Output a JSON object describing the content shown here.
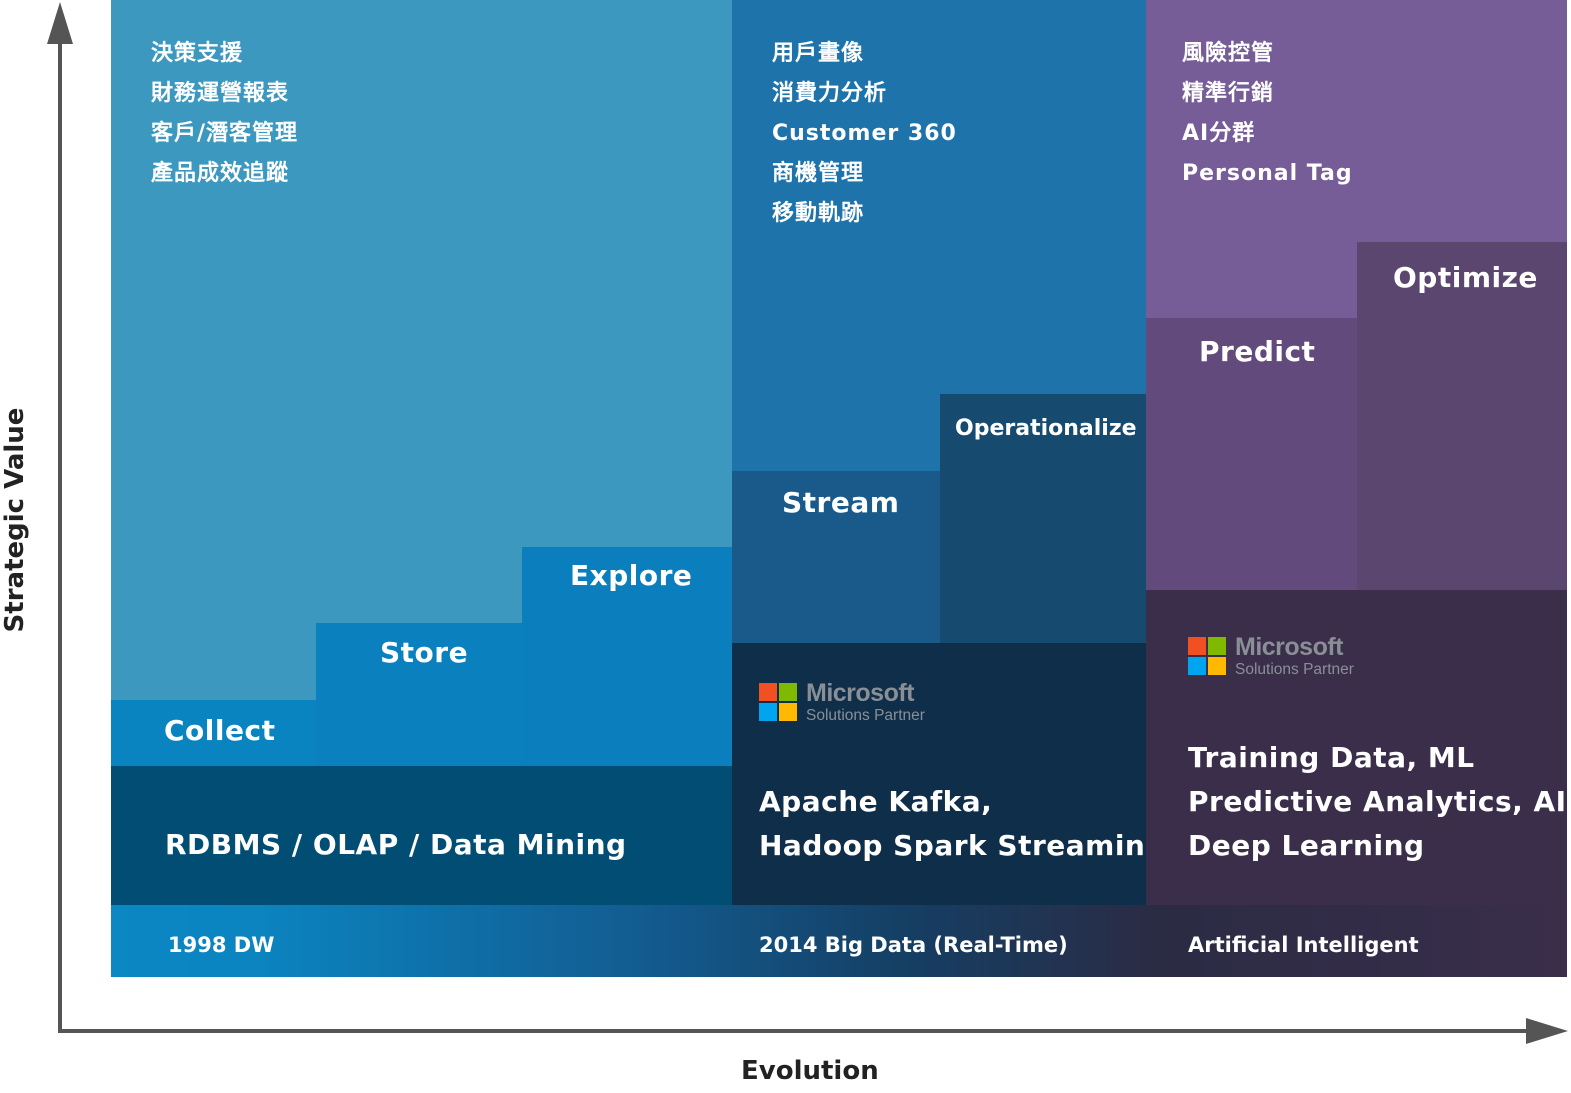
{
  "axes": {
    "y_label": "Strategic Value",
    "x_label": "Evolution"
  },
  "eras": [
    {
      "name": "1998 DW",
      "uses": [
        "決策支援",
        "財務運營報表",
        "客戶/潛客管理",
        "產品成效追蹤"
      ],
      "stages": [
        "Collect",
        "Store",
        "Explore"
      ],
      "tech_lines": [
        "RDBMS / OLAP / Data Mining"
      ],
      "partner_logo": null
    },
    {
      "name": "2014 Big Data (Real-Time)",
      "uses": [
        "用戶畫像",
        "消費力分析",
        "Customer 360",
        "商機管理",
        "移動軌跡"
      ],
      "stages": [
        "Stream",
        "Operationalize"
      ],
      "tech_lines": [
        "Apache Kafka,",
        "Hadoop Spark Streaming"
      ],
      "partner_logo": {
        "brand": "Microsoft",
        "subtitle": "Solutions Partner"
      }
    },
    {
      "name": "Artificial Intelligent",
      "uses": [
        "風險控管",
        "精準行銷",
        "AI分群",
        "Personal Tag"
      ],
      "stages": [
        "Predict",
        "Optimize"
      ],
      "tech_lines": [
        "Training Data, ML",
        "Predictive Analytics, AI",
        "Deep Learning"
      ],
      "partner_logo": {
        "brand": "Microsoft",
        "subtitle": "Solutions Partner"
      }
    }
  ],
  "colors": {
    "dw_top": "#3d98c0",
    "dw_stage": "#0a84c1",
    "dw_tech": "#024d74",
    "bd_top": "#1f73ab",
    "bd_stage": "#1a5a8a",
    "bd_stage2": "#164b6f",
    "bd_tech": "#0f2e49",
    "ai_top": "#765d97",
    "ai_stage": "#624b7c",
    "ai_stage2": "#5b466f",
    "ai_tech": "#3a2e4b",
    "ms_red": "#f25022",
    "ms_green": "#7fba00",
    "ms_blue": "#00a4ef",
    "ms_yellow": "#ffb900",
    "axis": "#555555"
  }
}
